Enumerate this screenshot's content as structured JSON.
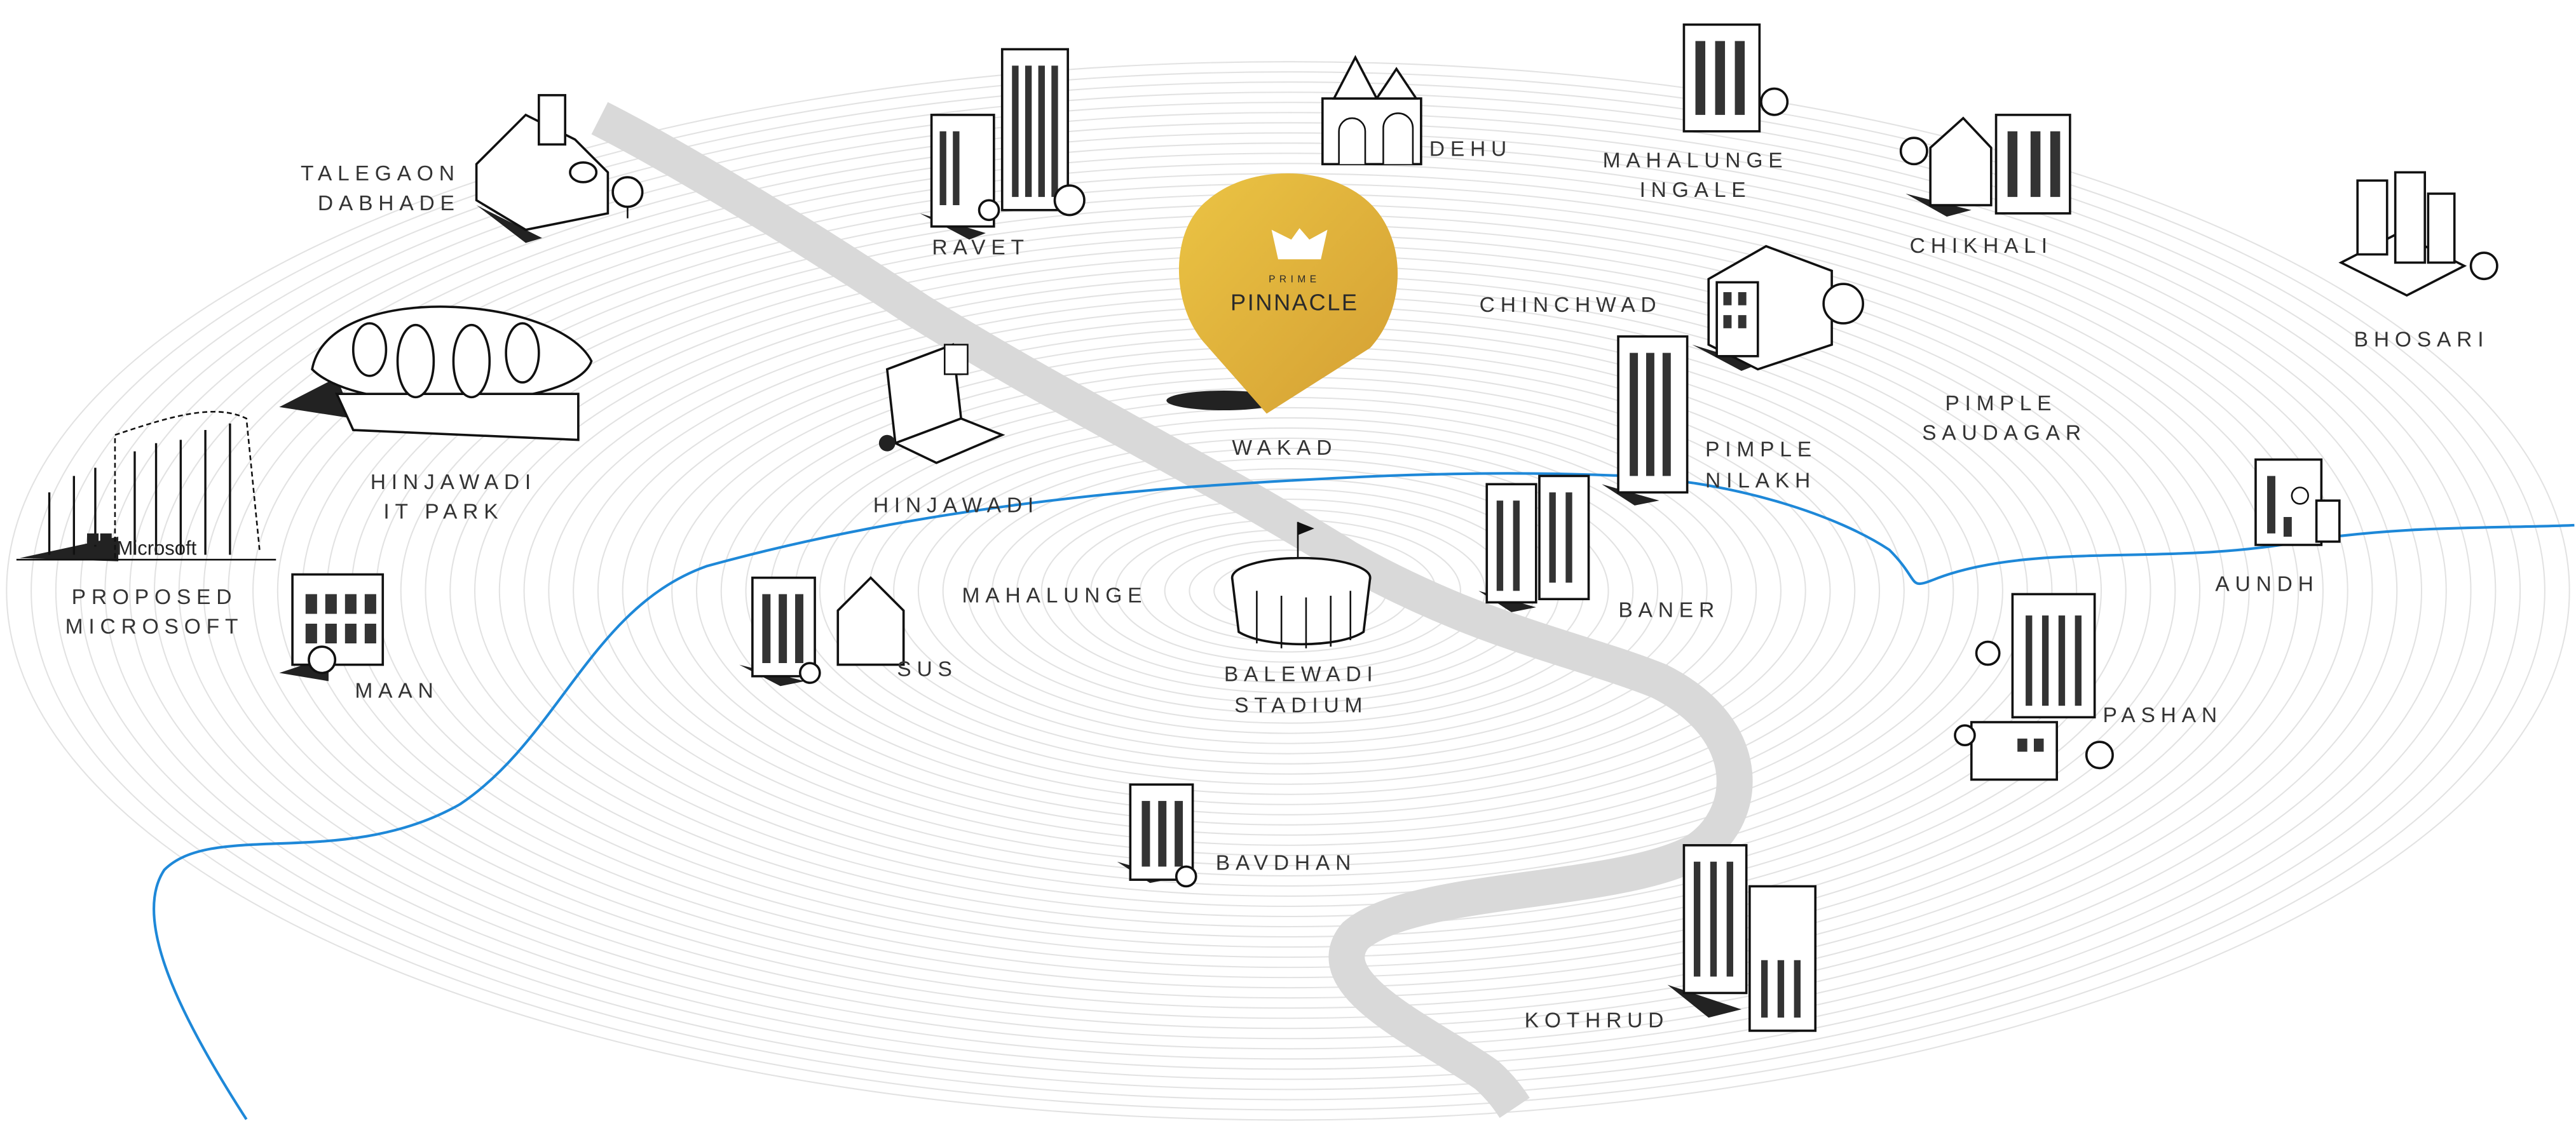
{
  "project": {
    "brand_top": "PRIME",
    "brand_name": "PINNACLE",
    "location_label": "WAKAD",
    "pin_color": "#E3B23C"
  },
  "colors": {
    "road": "#D9D9D9",
    "river": "#1E88D8",
    "contours": "#E2E2E2"
  },
  "places": [
    {
      "id": "talegaon",
      "lines": [
        "TALEGAON",
        "DABHADE"
      ]
    },
    {
      "id": "ravet",
      "lines": [
        "RAVET"
      ]
    },
    {
      "id": "dehu",
      "lines": [
        "DEHU"
      ]
    },
    {
      "id": "mahalunge-ingale",
      "lines": [
        "MAHALUNGE",
        "INGALE"
      ]
    },
    {
      "id": "chikhali",
      "lines": [
        "CHIKHALI"
      ]
    },
    {
      "id": "bhosari",
      "lines": [
        "BHOSARI"
      ]
    },
    {
      "id": "chinchwad",
      "lines": [
        "CHINCHWAD"
      ]
    },
    {
      "id": "pimple-saudagar",
      "lines": [
        "PIMPLE",
        "SAUDAGAR"
      ]
    },
    {
      "id": "pimple-nilakh",
      "lines": [
        "PIMPLE",
        "NILAKH"
      ]
    },
    {
      "id": "hinjawadi-it-park",
      "lines": [
        "HINJAWADI",
        "IT PARK"
      ]
    },
    {
      "id": "hinjawadi",
      "lines": [
        "HINJAWADI"
      ]
    },
    {
      "id": "aundh",
      "lines": [
        "AUNDH"
      ]
    },
    {
      "id": "mahalunge",
      "lines": [
        "MAHALUNGE"
      ]
    },
    {
      "id": "baner",
      "lines": [
        "BANER"
      ]
    },
    {
      "id": "proposed-microsoft",
      "lines": [
        "PROPOSED",
        "MICROSOFT"
      ]
    },
    {
      "id": "maan",
      "lines": [
        "MAAN"
      ]
    },
    {
      "id": "sus",
      "lines": [
        "SUS"
      ]
    },
    {
      "id": "balewadi-stadium",
      "lines": [
        "BALEWADI",
        "STADIUM"
      ]
    },
    {
      "id": "pashan",
      "lines": [
        "PASHAN"
      ]
    },
    {
      "id": "bavdhan",
      "lines": [
        "BAVDHAN"
      ]
    },
    {
      "id": "kothrud",
      "lines": [
        "KOTHRUD"
      ]
    }
  ],
  "logos": {
    "microsoft": "Microsoft"
  }
}
